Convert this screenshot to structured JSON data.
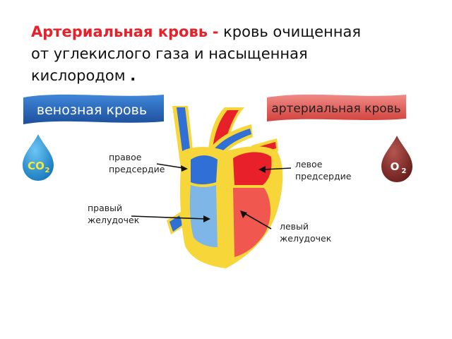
{
  "heading": {
    "term": "Артериальная кровь",
    "dash": "-",
    "line1_rest": "кровь  очищенная",
    "line2": "от углекислого газа и насыщенная",
    "line3": "кислородом",
    "final_dot": "."
  },
  "banners": {
    "venous": "венозная кровь",
    "arterial": "артериальная кровь"
  },
  "drops": {
    "venous_formula": "CO",
    "venous_subscript": "2",
    "arterial_formula": "O",
    "arterial_subscript": "2"
  },
  "labels": {
    "right_atrium": [
      "правое",
      "предсердие"
    ],
    "left_atrium": [
      "левое",
      "предсердие"
    ],
    "right_ventricle": [
      "правый",
      "желудочек"
    ],
    "left_ventricle": [
      "левый",
      "желудочек"
    ]
  },
  "colors": {
    "arterial_red": "#e8202a",
    "venous_blue": "#2f6fd6",
    "light_blue": "#7fb6e8",
    "heart_wall_yellow": "#f7d63a",
    "left_chamber_red": "#f0574e",
    "co2_drop": "#1a8fd6",
    "o2_drop": "#8a2a26"
  }
}
